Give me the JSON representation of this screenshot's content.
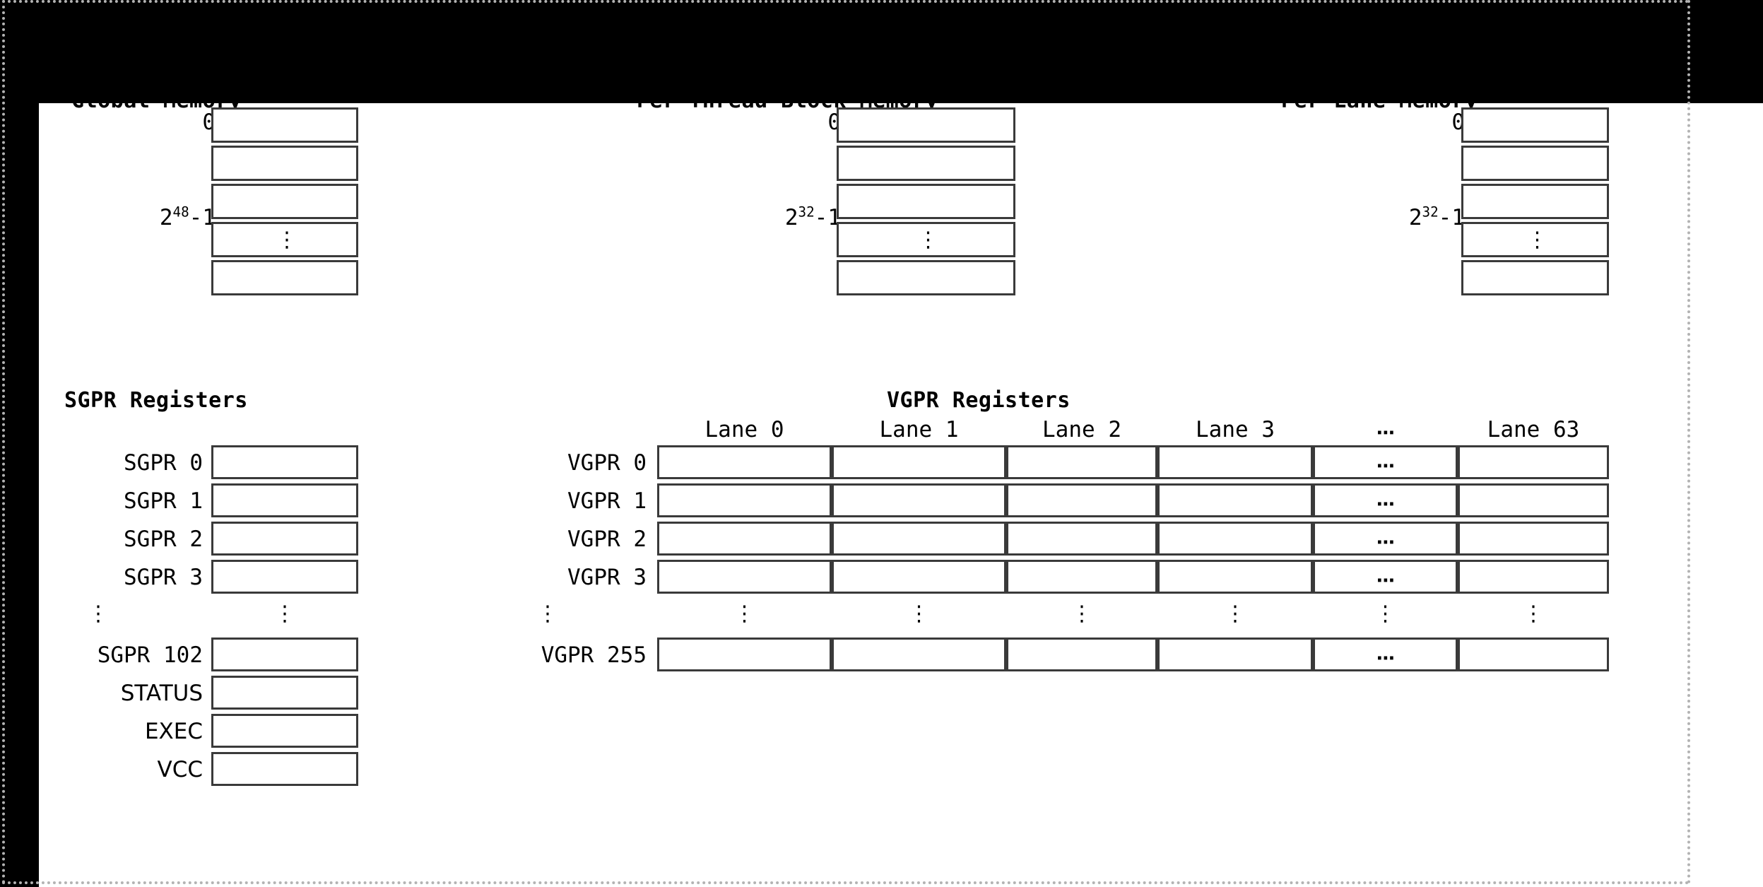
{
  "diagram": {
    "title_bar_color": "#000000",
    "canvas_color": "#ffffff",
    "border_color": "#3a3a3a",
    "memory_blocks": [
      {
        "title": "Global Memory",
        "start_label": "0",
        "end_base": "2",
        "end_exponent": "48",
        "end_suffix": "-1",
        "rows": 5,
        "ellipsis_row_index": 3,
        "ellipsis": "⋮"
      },
      {
        "title": "Per Thread Block Memory",
        "start_label": "0",
        "end_base": "2",
        "end_exponent": "32",
        "end_suffix": "-1",
        "rows": 5,
        "ellipsis_row_index": 3,
        "ellipsis": "⋮"
      },
      {
        "title": "Per Lane Memory",
        "start_label": "0",
        "end_base": "2",
        "end_exponent": "32",
        "end_suffix": "-1",
        "rows": 5,
        "ellipsis_row_index": 3,
        "ellipsis": "⋮"
      }
    ],
    "sgpr": {
      "title": "SGPR Registers",
      "rows": [
        {
          "label": "SGPR 0",
          "type": "box"
        },
        {
          "label": "SGPR 1",
          "type": "box"
        },
        {
          "label": "SGPR 2",
          "type": "box"
        },
        {
          "label": "SGPR 3",
          "type": "box"
        },
        {
          "label": "⋮",
          "type": "dots",
          "cell": "⋮"
        },
        {
          "label": "SGPR 102",
          "type": "box"
        },
        {
          "label": "STATUS",
          "type": "box"
        },
        {
          "label": "EXEC",
          "type": "box"
        },
        {
          "label": "VCC",
          "type": "box"
        }
      ]
    },
    "vgpr": {
      "title": "VGPR Registers",
      "columns": [
        {
          "label": "Lane 0",
          "kind": "lane"
        },
        {
          "label": "Lane 1",
          "kind": "lane"
        },
        {
          "label": "Lane 2",
          "kind": "lane"
        },
        {
          "label": "Lane 3",
          "kind": "lane"
        },
        {
          "label": "⋯",
          "kind": "ellipsis"
        },
        {
          "label": "Lane 63",
          "kind": "lane"
        }
      ],
      "rows": [
        {
          "label": "VGPR 0",
          "type": "box"
        },
        {
          "label": "VGPR 1",
          "type": "box"
        },
        {
          "label": "VGPR 2",
          "type": "box"
        },
        {
          "label": "VGPR 3",
          "type": "box"
        },
        {
          "label": "⋮",
          "type": "dots"
        },
        {
          "label": "VGPR 255",
          "type": "box"
        }
      ],
      "cell_ellipsis": "⋯",
      "row_dots": "⋮"
    }
  }
}
